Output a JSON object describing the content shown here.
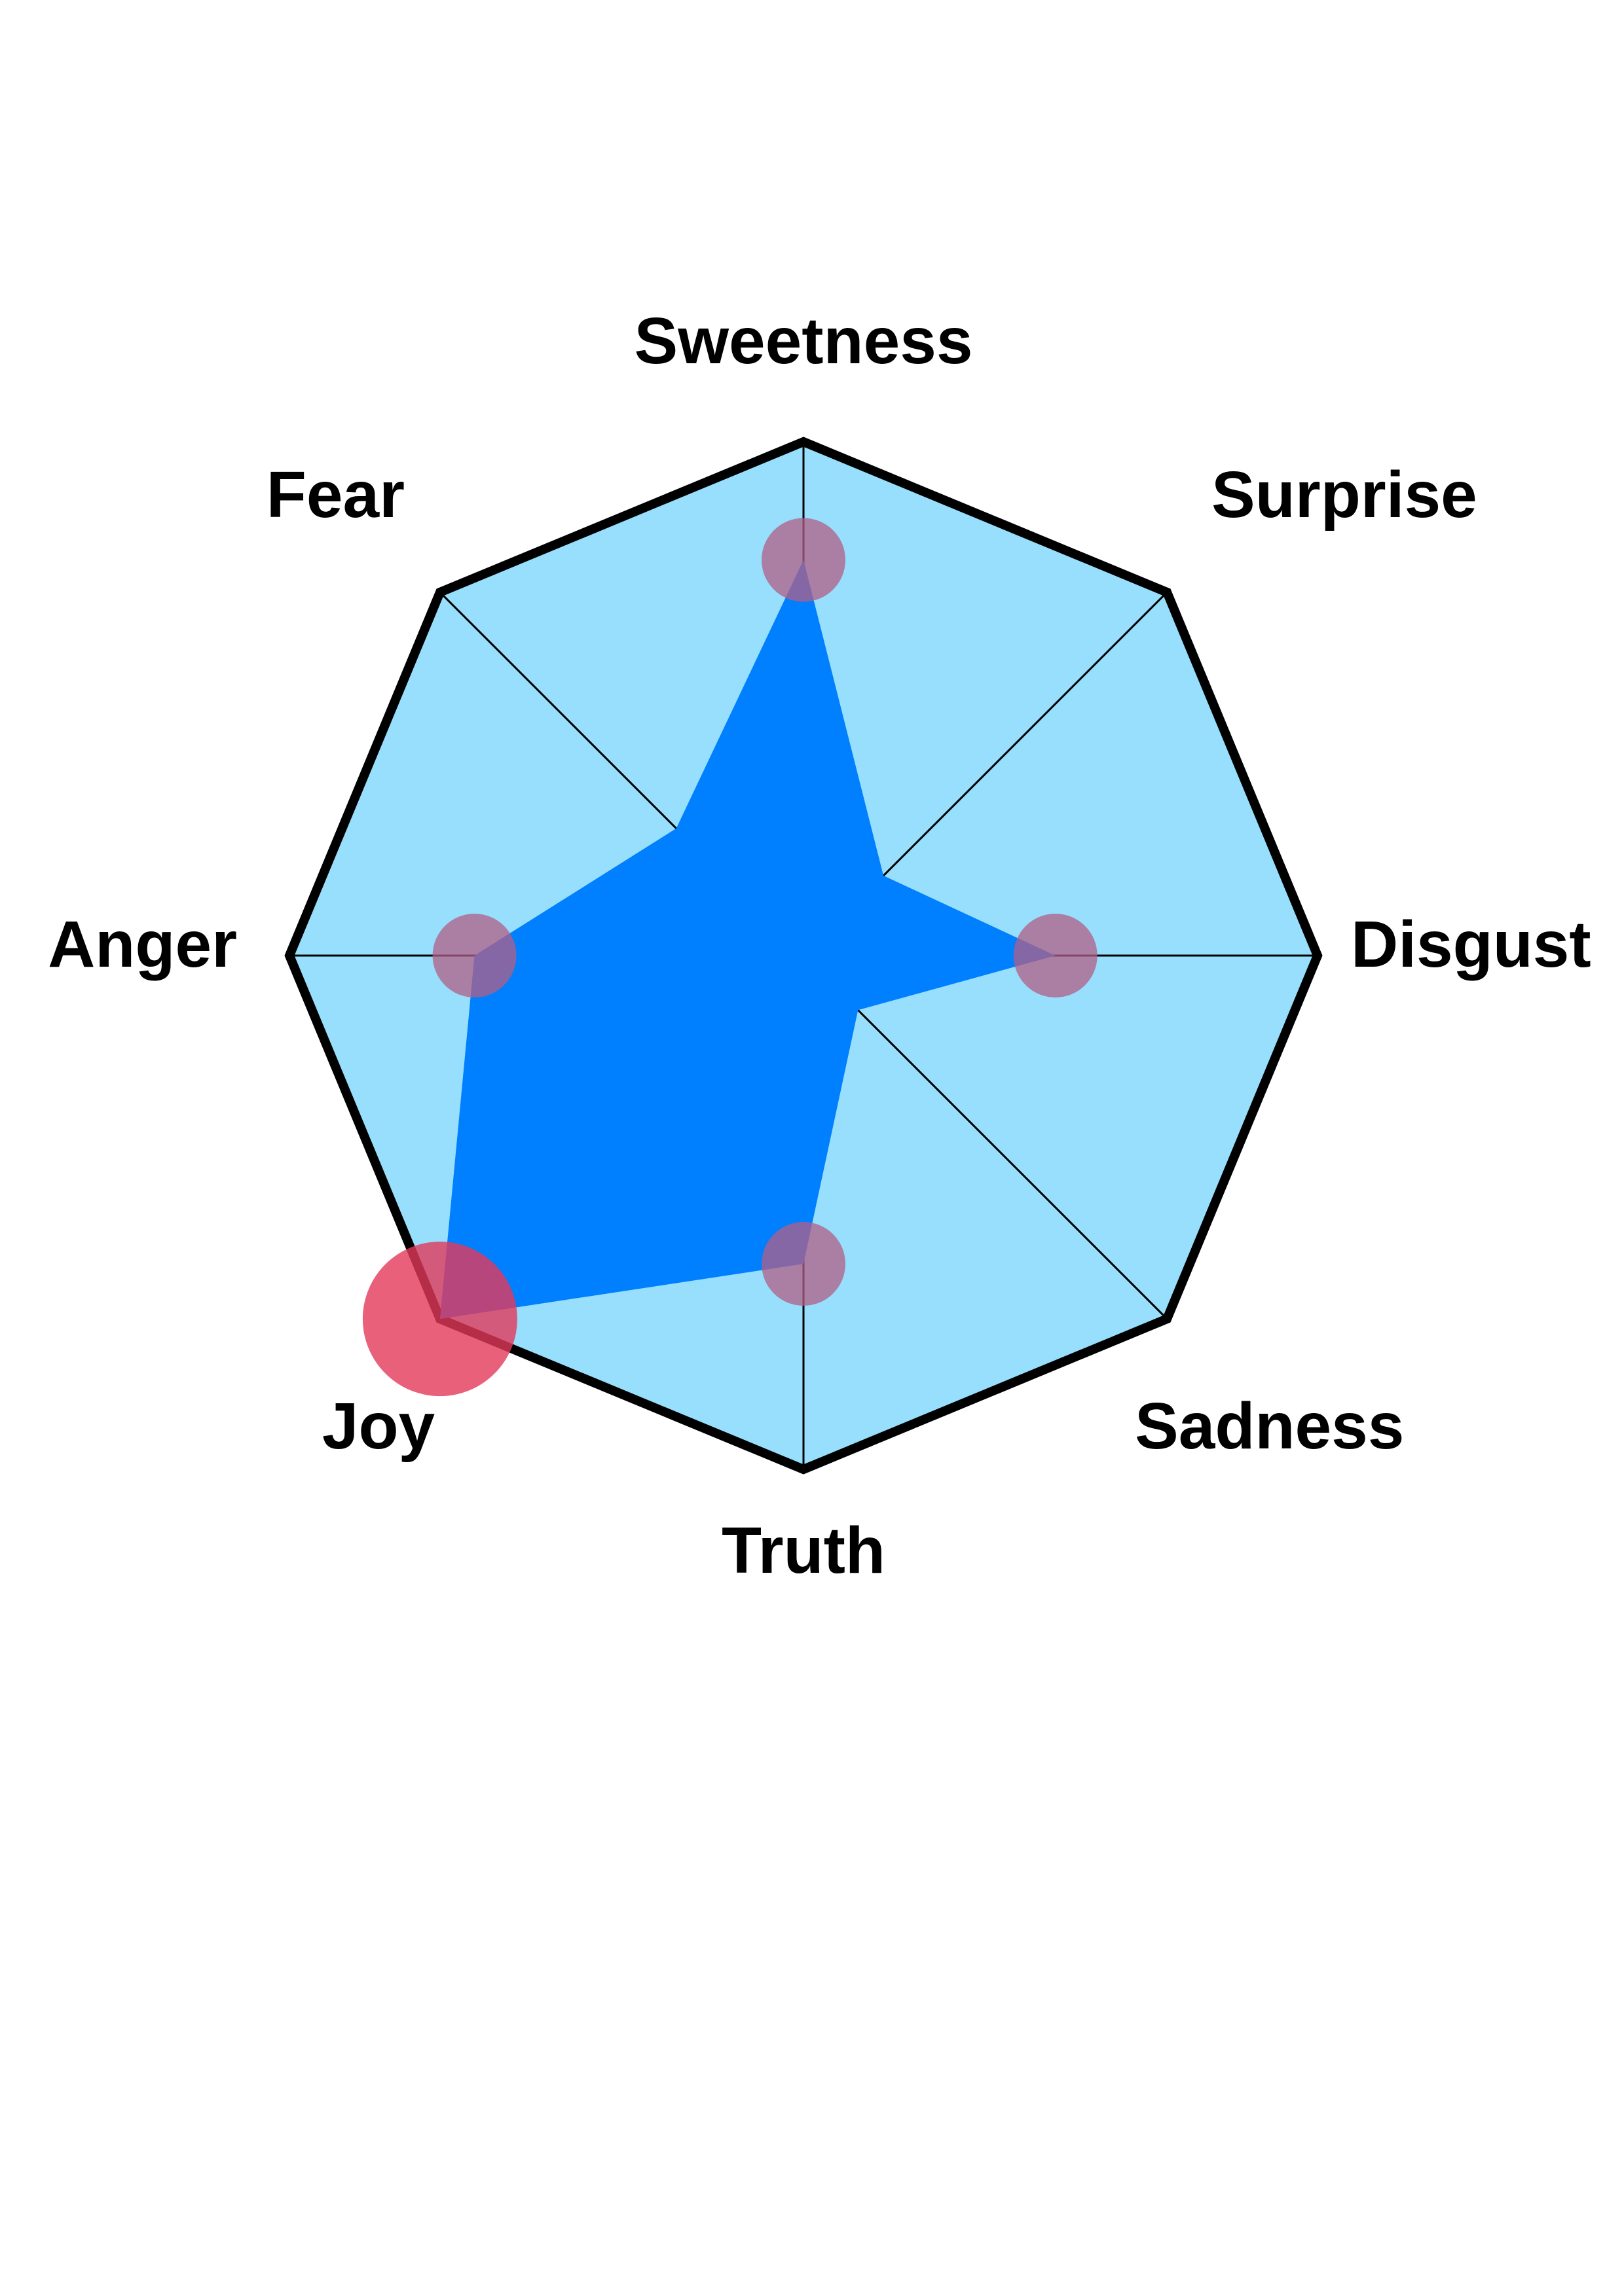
{
  "chart_data": {
    "type": "radar",
    "max": 1,
    "categories": [
      "Sweetness",
      "Surprise",
      "Disgust",
      "Sadness",
      "Truth",
      "Joy",
      "Anger",
      "Fear"
    ],
    "values": [
      0.77,
      0.22,
      0.49,
      0.15,
      0.6,
      1.0,
      0.64,
      0.35
    ],
    "marker_sizes": [
      "small",
      "none",
      "small",
      "none",
      "small",
      "large",
      "small",
      "none"
    ],
    "grid": true,
    "colors": {
      "background_polygon": "#97dffc",
      "outline": "#000000",
      "data_polygon": "#007fff",
      "marker_small": "#b05f86",
      "marker_large": "#e4385a"
    }
  }
}
